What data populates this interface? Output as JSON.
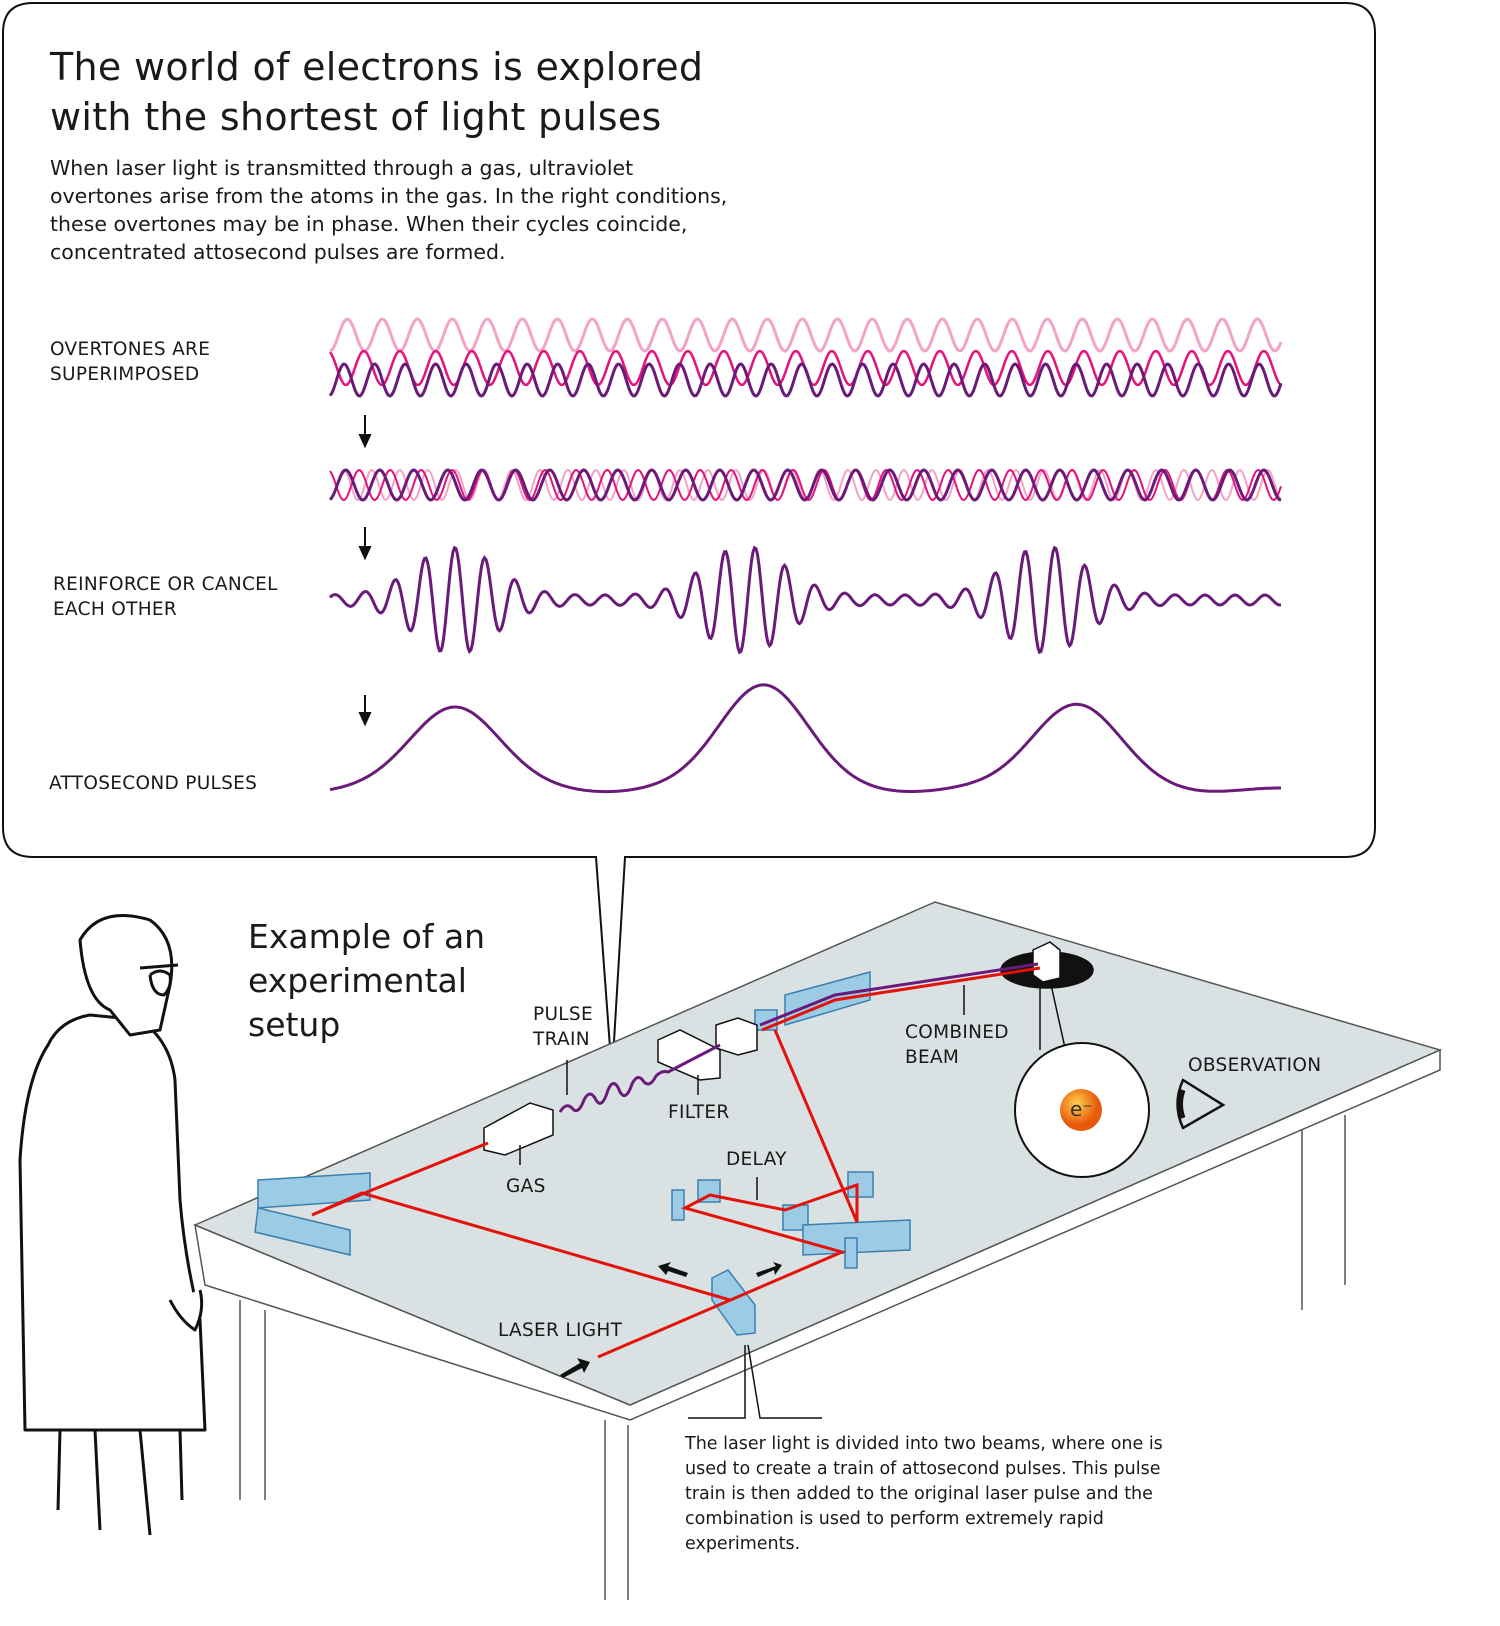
{
  "header": {
    "title_line1": "The world of electrons is explored",
    "title_line2": "with the shortest of light pulses",
    "intro": "When laser light is transmitted through a gas, ultraviolet overtones arise from the atoms in the gas. In the right conditions, these overtones may be in phase. When their cycles coincide, concentrated attosecond pulses are formed."
  },
  "stages": {
    "superimposed_1": "OVERTONES ARE",
    "superimposed_2": "SUPERIMPOSED",
    "reinforce_1": "REINFORCE OR CANCEL",
    "reinforce_2": "EACH OTHER",
    "pulses": "ATTOSECOND PULSES"
  },
  "setup": {
    "title_1": "Example of an",
    "title_2": "experimental",
    "title_3": "setup",
    "pulse_train_1": "PULSE",
    "pulse_train_2": "TRAIN",
    "filter": "FILTER",
    "gas": "GAS",
    "delay": "DELAY",
    "combined_1": "COMBINED",
    "combined_2": "BEAM",
    "observation": "OBSERVATION",
    "laser": "LASER LIGHT",
    "electron": "e⁻",
    "note": "The laser light is divided into two beams, where one is used to create a train of attosecond pulses. This pulse train is then added to the original laser pulse and the combination is used to perform extremely rapid experiments."
  },
  "colors": {
    "light_pink": "#f2a3c6",
    "magenta": "#e2137a",
    "purple": "#6a1b7a",
    "laser_red": "#e3120b",
    "optics_blue": "#9ccbe6",
    "table": "#d9e1e2"
  }
}
